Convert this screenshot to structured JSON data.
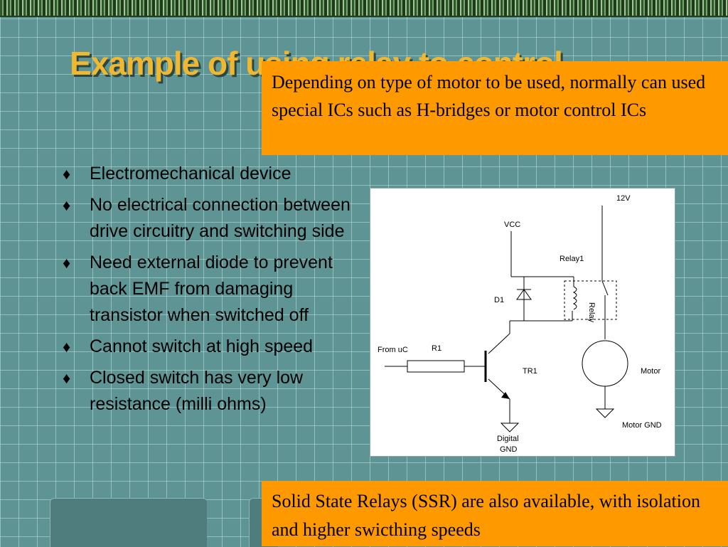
{
  "slide": {
    "title": "Example of using relay to control",
    "callout_top": "Depending on type of motor to be used, normally can used special ICs such as H-bridges or motor control ICs",
    "callout_bottom": "Solid State Relays (SSR) are also available, with isolation and higher swicthing speeds",
    "bullet_glyph": "♦",
    "bullets": [
      "Electromechanical device",
      "No electrical connection between drive circuitry and switching side",
      "Need external diode to prevent back EMF from damaging transistor when switched off",
      "Cannot switch at high speed",
      "Closed switch has very low resistance (milli ohms)"
    ]
  },
  "circuit": {
    "v12": "12V",
    "vcc": "VCC",
    "relay": "Relay1",
    "relay_coil_text": "Relay",
    "diode": "D1",
    "from_uc": "From uC",
    "resistor": "R1",
    "transistor": "TR1",
    "motor": "Motor",
    "motor_gnd": "Motor GND",
    "digital_gnd_line1": "Digital",
    "digital_gnd_line2": "GND"
  },
  "colors": {
    "background": "#5f9494",
    "title": "#f0b731",
    "callout": "#ff9900"
  }
}
